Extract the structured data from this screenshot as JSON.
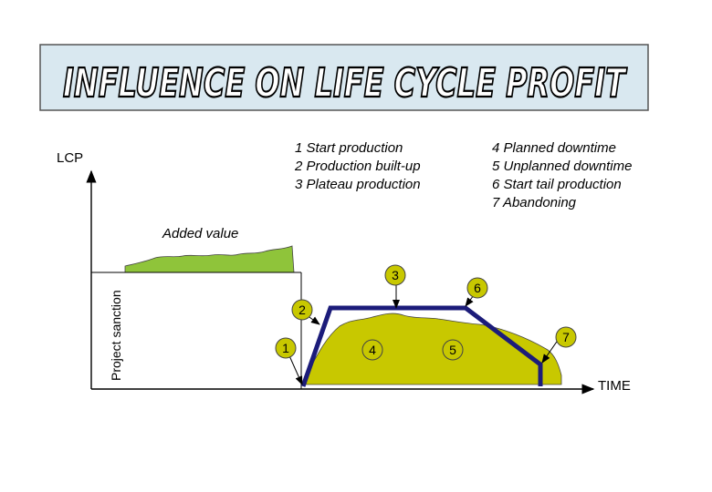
{
  "title": "INFLUENCE ON LIFE CYCLE PROFIT",
  "y_axis_label": "LCP",
  "x_axis_label": "TIME",
  "project_sanction_label": "Project sanction",
  "added_value_label": "Added value",
  "legend_left": [
    "1 Start production",
    "2 Production built-up",
    "3 Plateau production"
  ],
  "legend_right": [
    "4 Planned downtime",
    "5 Unplanned downtime",
    "6 Start tail production",
    "7 Abandoning"
  ],
  "markers": [
    "1",
    "2",
    "3",
    "4",
    "5",
    "6",
    "7"
  ],
  "colors": {
    "banner_fill": "#d9e8f0",
    "banner_text": "#ffffff",
    "banner_outline": "#000000",
    "added_value_fill": "#8fc43a",
    "production_fill": "#c8c800",
    "profile_line": "#1c1c7a",
    "axis": "#000000"
  }
}
